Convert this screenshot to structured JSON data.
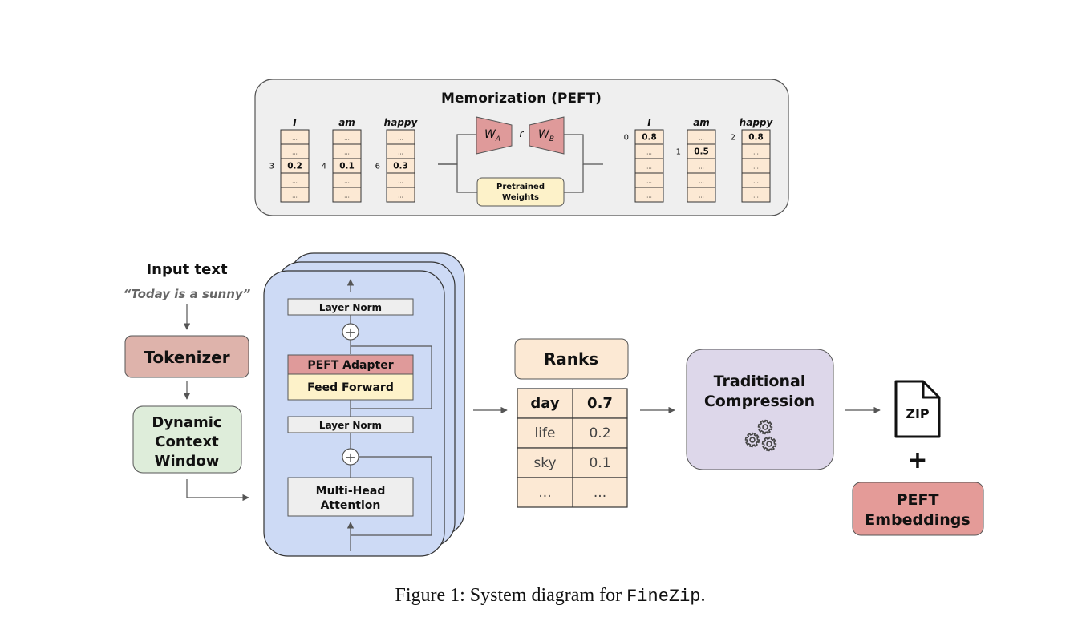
{
  "memorization": {
    "title": "Memorization (PEFT)",
    "in_tokens": [
      {
        "word": "I",
        "index": "3",
        "value": "0.2"
      },
      {
        "word": "am",
        "index": "4",
        "value": "0.1"
      },
      {
        "word": "happy",
        "index": "6",
        "value": "0.3"
      }
    ],
    "out_tokens": [
      {
        "word": "I",
        "index": "0",
        "value": "0.8"
      },
      {
        "word": "am",
        "index": "1",
        "value": "0.5"
      },
      {
        "word": "happy",
        "index": "2",
        "value": "0.8"
      }
    ],
    "cell_ellipsis": "...",
    "wa": "W",
    "wa_sub": "A",
    "wb": "W",
    "wb_sub": "B",
    "r": "r",
    "pretrained_line1": "Pretrained",
    "pretrained_line2": "Weights"
  },
  "input": {
    "title": "Input text",
    "quote": "“Today is a sunny”"
  },
  "tokenizer": "Tokenizer",
  "dcw": {
    "line1": "Dynamic",
    "line2": "Context",
    "line3": "Window"
  },
  "transformer": {
    "layer_norm_top": "Layer Norm",
    "peft_adapter": "PEFT Adapter",
    "feed_forward": "Feed Forward",
    "layer_norm_bottom": "Layer Norm",
    "mha_line1": "Multi-Head",
    "mha_line2": "Attention",
    "plus": "+"
  },
  "ranks": {
    "title": "Ranks",
    "rows": [
      {
        "token": "day",
        "score": "0.7"
      },
      {
        "token": "life",
        "score": "0.2"
      },
      {
        "token": "sky",
        "score": "0.1"
      },
      {
        "token": "...",
        "score": "..."
      }
    ]
  },
  "compression": {
    "line1": "Traditional",
    "line2": "Compression"
  },
  "zip_label": "ZIP",
  "plus": "+",
  "peft_embeddings": {
    "line1": "PEFT",
    "line2": "Embeddings"
  },
  "caption": {
    "prefix": "Figure 1: System diagram for ",
    "name": "FineZip",
    "suffix": "."
  },
  "colors": {
    "cell_fill": "#fce9d4",
    "matrix_fill": "#df9a9a",
    "pretrained_fill": "#fdf2c9",
    "tokenizer_fill": "#deb3ab",
    "dcw_fill": "#deedda",
    "transformer_fill": "#cddaf5",
    "compression_fill": "#ddd7ea",
    "peft_fill": "#e49b98",
    "panel_fill": "#efefef"
  }
}
